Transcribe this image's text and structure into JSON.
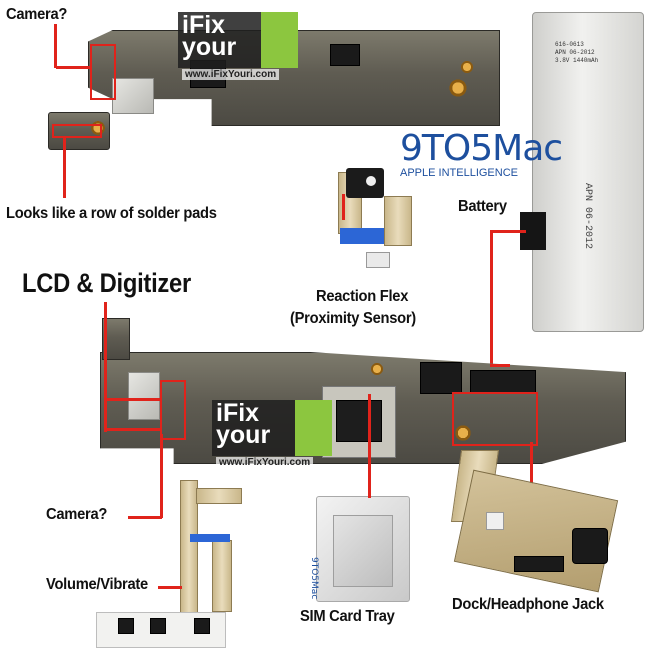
{
  "labels": {
    "camera_top": "Camera?",
    "solder": "Looks like a row of solder pads",
    "battery": "Battery",
    "lcd": "LCD & Digitizer",
    "reaction_1": "Reaction Flex",
    "reaction_2": "(Proximity Sensor)",
    "camera_bottom": "Camera?",
    "volume": "Volume/Vibrate",
    "sim": "SIM Card Tray",
    "dock": "Dock/Headphone Jack"
  },
  "watermark": {
    "brand_line1": "iFix",
    "brand_line2": "your",
    "url": "www.iFixYouri.com"
  },
  "logo_9to5": {
    "name": "9TO5Mac",
    "tagline": "APPLE INTELLIGENCE"
  },
  "battery_print": {
    "line1": "616-0613",
    "line2": "APN 06-2012",
    "line3": "3.8V  1440mAh"
  },
  "sim_tray_text": "9TO5Mac",
  "colors": {
    "annotation_red": "#e0231b",
    "brand_green": "#8cc63f",
    "logo_blue": "#1d4f9e"
  }
}
